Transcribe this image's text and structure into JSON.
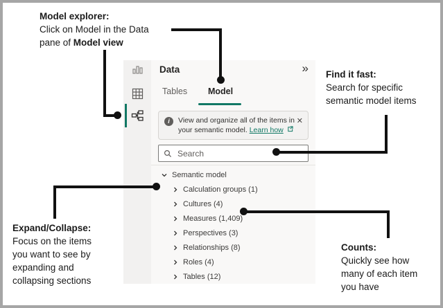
{
  "annotations": {
    "model_explorer": {
      "title": "Model explorer:",
      "line1": "Click on Model in the Data",
      "line2_pre": "pane of ",
      "line2_bold": "Model view"
    },
    "find_it_fast": {
      "title": "Find it fast:",
      "line1": "Search for specific",
      "line2": "semantic model items"
    },
    "expand_collapse": {
      "title": "Expand/Collapse:",
      "line1": "Focus on the items",
      "line2": "you want to see by",
      "line3": "expanding and",
      "line4": "collapsing sections"
    },
    "counts": {
      "title": "Counts:",
      "line1": "Quickly see how",
      "line2": "many of each item",
      "line3": "you have"
    }
  },
  "pane": {
    "title": "Data",
    "tabs": [
      {
        "label": "Tables",
        "active": false
      },
      {
        "label": "Model",
        "active": true
      }
    ],
    "banner": {
      "line1": "View and organize all of the items in",
      "line2": "your semantic model.",
      "link": "Learn how"
    },
    "search": {
      "placeholder": "Search"
    },
    "tree": {
      "root": "Semantic model",
      "items": [
        "Calculation groups (1)",
        "Cultures (4)",
        "Measures (1,409)",
        "Perspectives (3)",
        "Relationships (8)",
        "Roles (4)",
        "Tables (12)"
      ]
    }
  },
  "icons": {
    "pane_collapse": "»",
    "banner_close": "✕",
    "info_glyph": "i"
  },
  "colors": {
    "accent_teal": "#117865",
    "connector_black": "#111111",
    "sidebar_bg": "#f2f1f0",
    "pane_bg": "#f9f8f7",
    "frame_border": "#a6a6a6"
  }
}
